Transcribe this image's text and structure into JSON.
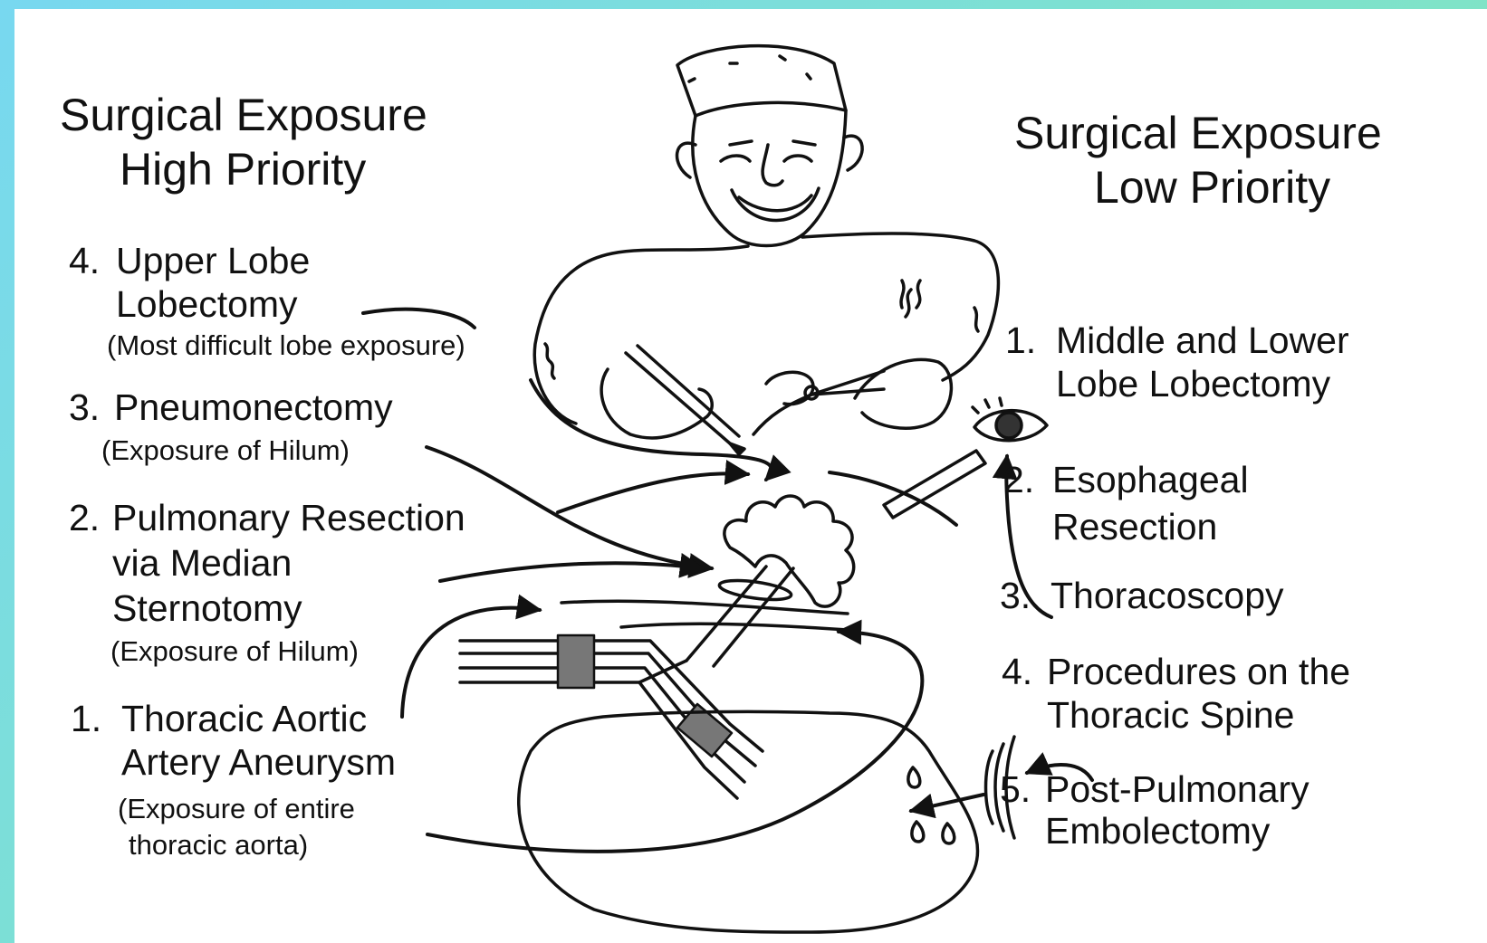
{
  "high_priority": {
    "title_line1": "Surgical Exposure",
    "title_line2": "High Priority",
    "items": [
      {
        "number": "4.",
        "line1": "Upper Lobe",
        "line2": "Lobectomy",
        "note": "(Most difficult lobe exposure)"
      },
      {
        "number": "3.",
        "line1": "Pneumonectomy",
        "note": "(Exposure of Hilum)"
      },
      {
        "number": "2.",
        "line1": "Pulmonary Resection",
        "line2": "via Median",
        "line3": "Sternotomy",
        "note": "(Exposure of Hilum)"
      },
      {
        "number": "1.",
        "line1": "Thoracic Aortic",
        "line2": "Artery Aneurysm",
        "note_line1": "(Exposure of entire",
        "note_line2": "thoracic aorta)"
      }
    ]
  },
  "low_priority": {
    "title_line1": "Surgical Exposure",
    "title_line2": "Low Priority",
    "items": [
      {
        "number": "1.",
        "line1": "Middle and Lower",
        "line2": "Lobe Lobectomy"
      },
      {
        "number": "2.",
        "line1": "Esophageal",
        "line2": "Resection"
      },
      {
        "number": "3.",
        "line1": "Thoracoscopy"
      },
      {
        "number": "4.",
        "line1": "Procedures on the",
        "line2": "Thoracic Spine"
      },
      {
        "number": "5.",
        "line1": "Post-Pulmonary",
        "line2": "Embolectomy"
      }
    ]
  },
  "colors": {
    "background": "#ffffff",
    "ink": "#111111",
    "frame": "#7fdcd0"
  }
}
